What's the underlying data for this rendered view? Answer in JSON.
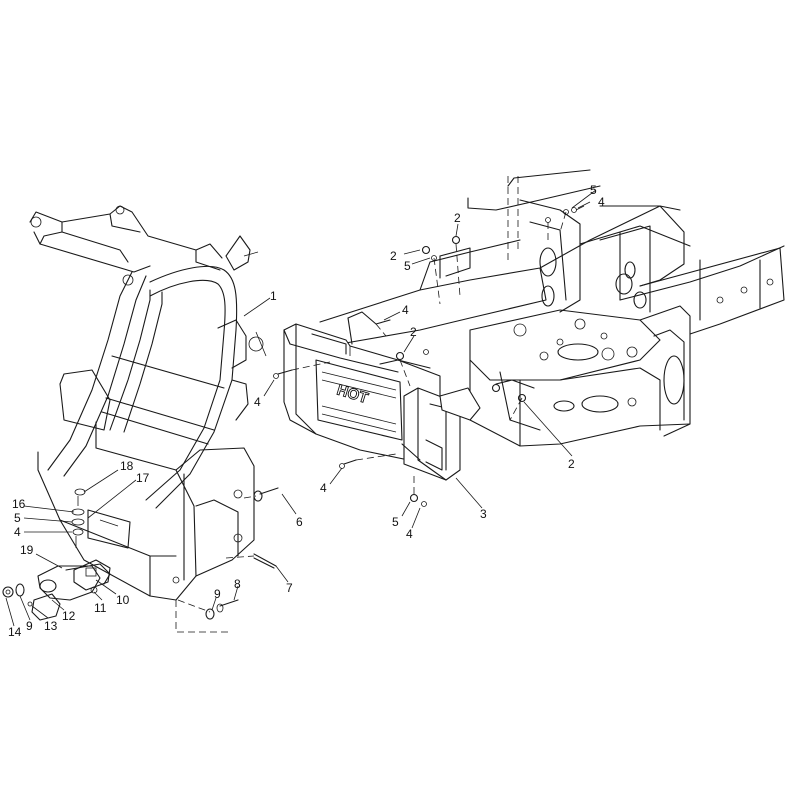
{
  "decal_text": "HOT",
  "callouts": [
    {
      "label": "1"
    },
    {
      "label": "2"
    },
    {
      "label": "2"
    },
    {
      "label": "2"
    },
    {
      "label": "2"
    },
    {
      "label": "3"
    },
    {
      "label": "4"
    },
    {
      "label": "4"
    },
    {
      "label": "4"
    },
    {
      "label": "4"
    },
    {
      "label": "4"
    },
    {
      "label": "4"
    },
    {
      "label": "5"
    },
    {
      "label": "5"
    },
    {
      "label": "5"
    },
    {
      "label": "5"
    },
    {
      "label": "6"
    },
    {
      "label": "7"
    },
    {
      "label": "8"
    },
    {
      "label": "9"
    },
    {
      "label": "9"
    },
    {
      "label": "10"
    },
    {
      "label": "11"
    },
    {
      "label": "12"
    },
    {
      "label": "13"
    },
    {
      "label": "14"
    },
    {
      "label": "16"
    },
    {
      "label": "17"
    },
    {
      "label": "18"
    },
    {
      "label": "19"
    }
  ]
}
